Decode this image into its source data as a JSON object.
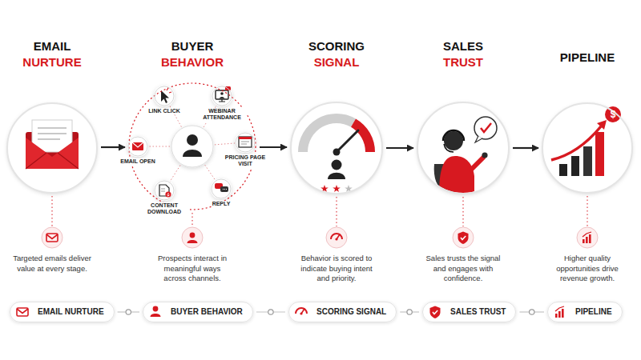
{
  "diagram": {
    "nodes": [
      {
        "text": [
          "EMAIL",
          "NURTURE"
        ]
      },
      {
        "text": [
          "BUYER",
          "BEHAVIOR"
        ]
      },
      {
        "text": [
          "LINK CLICK"
        ],
        "in": 1
      },
      {
        "text": [
          "WEBINAR ATTENDANCE"
        ],
        "in": 1
      },
      {
        "text": [
          "EMAIL OPEN"
        ],
        "in": 1
      },
      {
        "text": [
          "PRICING PAGE VISIT"
        ],
        "in": 1
      },
      {
        "text": [
          "CONTENT DOWNLOAD"
        ],
        "in": 1
      },
      {
        "text": [
          "REPLY"
        ],
        "in": 1
      },
      {
        "text": [
          "SCORING",
          "SIGNAL"
        ]
      },
      {
        "text": [
          "SALES",
          "TRUST"
        ]
      },
      {
        "text": [
          "PIPELINE"
        ]
      },
      {
        "text": [
          "EMAIL NURTURE"
        ]
      },
      {
        "text": [
          "BUYER BEHAVIOR"
        ]
      },
      {
        "text": [
          "SCORING SIGNAL"
        ]
      },
      {
        "text": [
          "SALES TRUST"
        ]
      },
      {
        "text": [
          "PIPELINE"
        ]
      }
    ],
    "edges": [
      {
        "from": 0,
        "to": 1,
        "arrow": "to"
      },
      {
        "from": 1,
        "to": 8,
        "arrow": "to"
      },
      {
        "from": 8,
        "to": 9,
        "arrow": "to"
      },
      {
        "from": 9,
        "to": 10,
        "arrow": "to"
      },
      {
        "from": 11,
        "to": 12,
        "arrow": "none"
      },
      {
        "from": 12,
        "to": 13,
        "arrow": "none"
      },
      {
        "from": 13,
        "to": 14,
        "arrow": "none"
      },
      {
        "from": 14,
        "to": 15,
        "arrow": "none"
      }
    ],
    "labels": [
      "$",
      "Targeted emails deliver value at every stage.",
      "Prospects interact in meaningful ways across channels.",
      "Behavior is scored to indicate buying intent and priority.",
      "Sales trusts the signal and engages with confidence.",
      "Higher quality opportunities drive revenue growth."
    ]
  }
}
